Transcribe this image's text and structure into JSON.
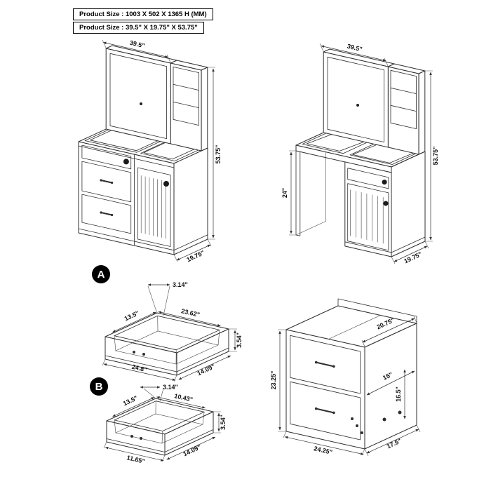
{
  "header": {
    "size_mm": "Product Size : 1003 X 502 X 1365 H (MM)",
    "size_in": "Product Size : 39.5\" X 19.75\" X 53.75\""
  },
  "badges": {
    "a": "A",
    "b": "B"
  },
  "vanity_left": {
    "width": "39.5\"",
    "height": "53.75\"",
    "depth": "19.75\""
  },
  "vanity_right": {
    "width": "39.5\"",
    "height": "53.75\"",
    "depth": "19.75\"",
    "knee_clearance": "24\""
  },
  "drawer_a": {
    "rail_width": "3.14\"",
    "inner_depth": "13.5\"",
    "inner_width": "23.62\"",
    "side_height": "3.54\"",
    "outer_width": "24.8\"",
    "outer_depth": "14.09\""
  },
  "drawer_b": {
    "rail_width": "3.14\"",
    "inner_depth": "13.5\"",
    "inner_width": "10.43\"",
    "side_height": "3.54\"",
    "outer_width": "11.65\"",
    "outer_depth": "14.09\""
  },
  "cabinet": {
    "top_depth": "20.75\"",
    "height": "23.25\"",
    "inner_depth": "15\"",
    "side_height": "16.5\"",
    "width": "24.25\"",
    "base_depth": "17.5\""
  }
}
